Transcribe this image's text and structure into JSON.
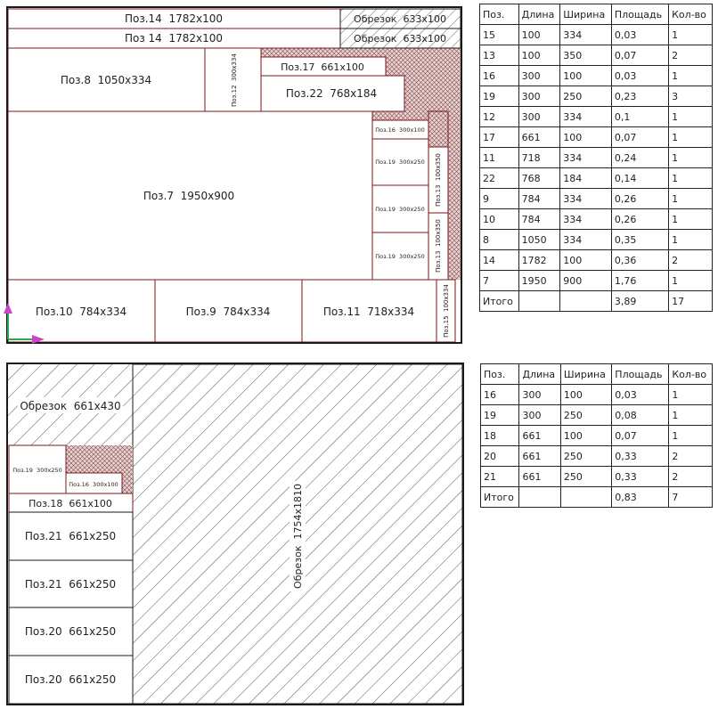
{
  "colors": {
    "frame": "#1a1a1a",
    "piece_border": "#7a1a1a",
    "hatch": "#555555",
    "waste_fill": "#c9a0a0"
  },
  "sheet1": {
    "pieces": [
      {
        "label": "Поз.14  1782x100"
      },
      {
        "label": "Поз 14  1782x100"
      },
      {
        "label": "Обрезок  633x100"
      },
      {
        "label": "Обрезок  633x100"
      },
      {
        "label": "Поз.8  1050x334"
      },
      {
        "label": "Поз.12  300x334"
      },
      {
        "label": "Поз.17  661x100"
      },
      {
        "label": "Поз.22  768x184"
      },
      {
        "label": "Поз.7  1950x900"
      },
      {
        "label": "Поз.16  300x100"
      },
      {
        "label": "Поз.19  300x250"
      },
      {
        "label": "Поз.19  300x250"
      },
      {
        "label": "Поз.19  300x250"
      },
      {
        "label": "Поз.13  100x350"
      },
      {
        "label": "Поз.13  100x350"
      },
      {
        "label": "Поз.10  784x334"
      },
      {
        "label": "Поз.9  784x334"
      },
      {
        "label": "Поз.11  718x334"
      },
      {
        "label": "Поз.15  100x334"
      }
    ]
  },
  "sheet2": {
    "pieces": [
      {
        "label": "Обрезок  661x430"
      },
      {
        "label": "Поз.19  300x250"
      },
      {
        "label": "Поз.16  300x100"
      },
      {
        "label": "Поз.18  661x100"
      },
      {
        "label": "Поз.21  661x250"
      },
      {
        "label": "Поз.21  661x250"
      },
      {
        "label": "Поз.20  661x250"
      },
      {
        "label": "Поз.20  661x250"
      },
      {
        "label": "Обрезок  1754x1810"
      }
    ]
  },
  "table_top": {
    "headers": [
      "Поз.",
      "Длина",
      "Ширина",
      "Площадь",
      "Кол-во"
    ],
    "rows": [
      [
        "15",
        "100",
        "334",
        "0,03",
        "1"
      ],
      [
        "13",
        "100",
        "350",
        "0,07",
        "2"
      ],
      [
        "16",
        "300",
        "100",
        "0,03",
        "1"
      ],
      [
        "19",
        "300",
        "250",
        "0,23",
        "3"
      ],
      [
        "12",
        "300",
        "334",
        "0,1",
        "1"
      ],
      [
        "17",
        "661",
        "100",
        "0,07",
        "1"
      ],
      [
        "11",
        "718",
        "334",
        "0,24",
        "1"
      ],
      [
        "22",
        "768",
        "184",
        "0,14",
        "1"
      ],
      [
        "9",
        "784",
        "334",
        "0,26",
        "1"
      ],
      [
        "10",
        "784",
        "334",
        "0,26",
        "1"
      ],
      [
        "8",
        "1050",
        "334",
        "0,35",
        "1"
      ],
      [
        "14",
        "1782",
        "100",
        "0,36",
        "2"
      ],
      [
        "7",
        "1950",
        "900",
        "1,76",
        "1"
      ]
    ],
    "total": [
      "Итого",
      "",
      "",
      "3,89",
      "17"
    ]
  },
  "table_bottom": {
    "headers": [
      "Поз.",
      "Длина",
      "Ширина",
      "Площадь",
      "Кол-во"
    ],
    "rows": [
      [
        "16",
        "300",
        "100",
        "0,03",
        "1"
      ],
      [
        "19",
        "300",
        "250",
        "0,08",
        "1"
      ],
      [
        "18",
        "661",
        "100",
        "0,07",
        "1"
      ],
      [
        "20",
        "661",
        "250",
        "0,33",
        "2"
      ],
      [
        "21",
        "661",
        "250",
        "0,33",
        "2"
      ]
    ],
    "total": [
      "Итого",
      "",
      "",
      "0,83",
      "7"
    ]
  }
}
